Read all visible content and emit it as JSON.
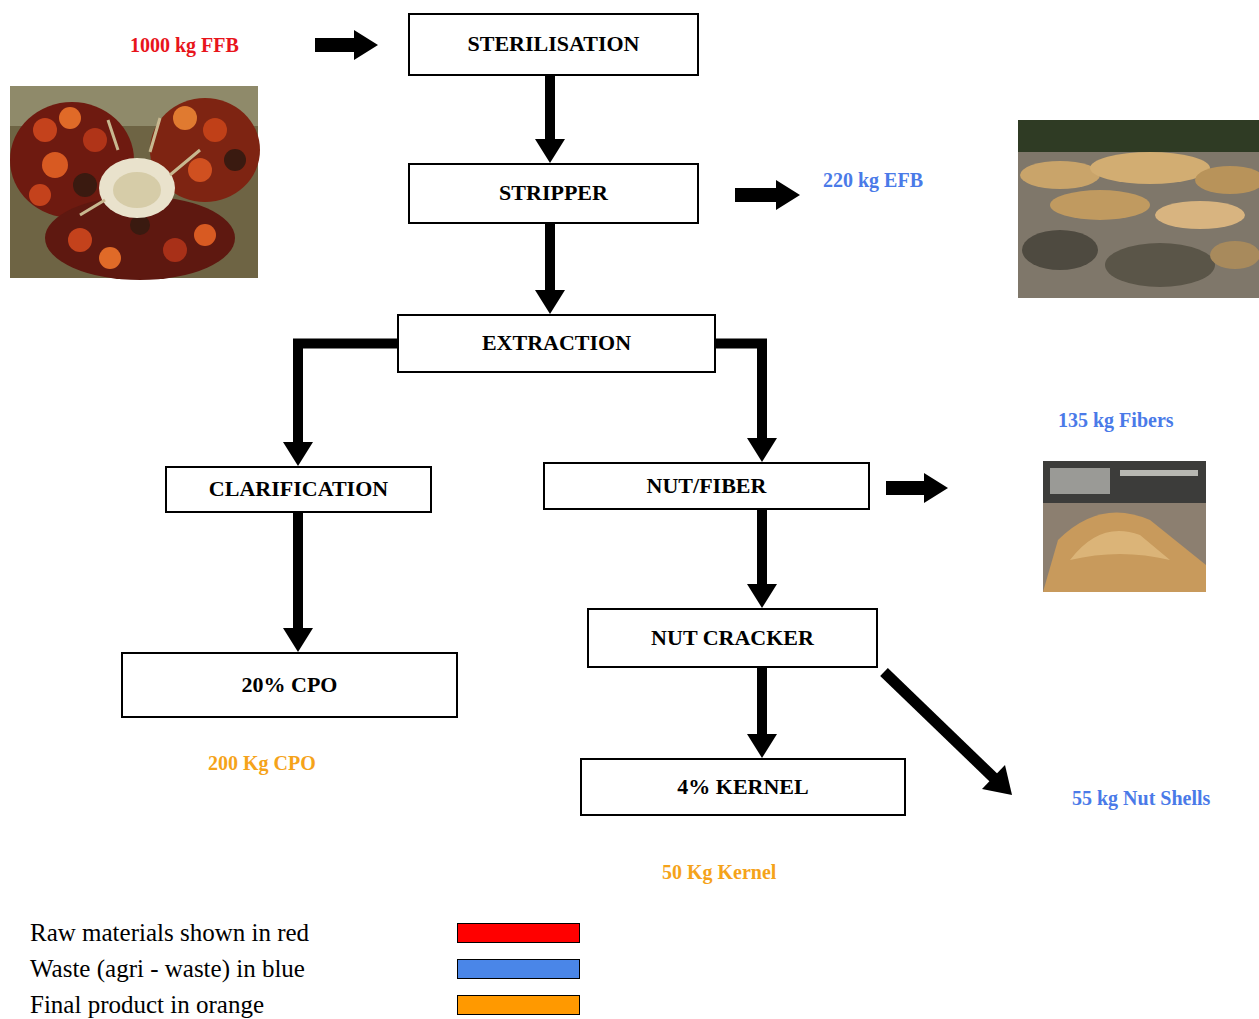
{
  "diagram": {
    "nodes": [
      {
        "text": [
          "STERILISATION"
        ]
      },
      {
        "text": [
          "STRIPPER"
        ]
      },
      {
        "text": [
          "EXTRACTION"
        ]
      },
      {
        "text": [
          "CLARIFICATION"
        ]
      },
      {
        "text": [
          "NUT/FIBER"
        ]
      },
      {
        "text": [
          "NUT CRACKER"
        ]
      },
      {
        "text": [
          "20% CPO"
        ]
      },
      {
        "text": [
          "4% KERNEL"
        ]
      }
    ],
    "edges": [
      {
        "from": 0,
        "to": 1,
        "arrow": "to"
      },
      {
        "from": 1,
        "to": 2,
        "arrow": "to"
      },
      {
        "from": 2,
        "to": 3,
        "arrow": "to"
      },
      {
        "from": 2,
        "to": 4,
        "arrow": "to"
      },
      {
        "from": 3,
        "to": 6,
        "arrow": "to"
      },
      {
        "from": 4,
        "to": 5,
        "arrow": "to"
      },
      {
        "from": 5,
        "to": 7,
        "arrow": "to"
      }
    ],
    "labels": [
      "1000 kg FFB",
      "220 kg EFB",
      "135 kg Fibers",
      "200 Kg CPO",
      "55 kg Nut Shells",
      "50 Kg Kernel"
    ],
    "legend": [
      {
        "text": "Raw materials shown in red",
        "color": "#ff0000"
      },
      {
        "text": "Waste (agri - waste) in blue",
        "color": "#4a86e8"
      },
      {
        "text": "Final product in orange",
        "color": "#ff9900"
      }
    ]
  }
}
